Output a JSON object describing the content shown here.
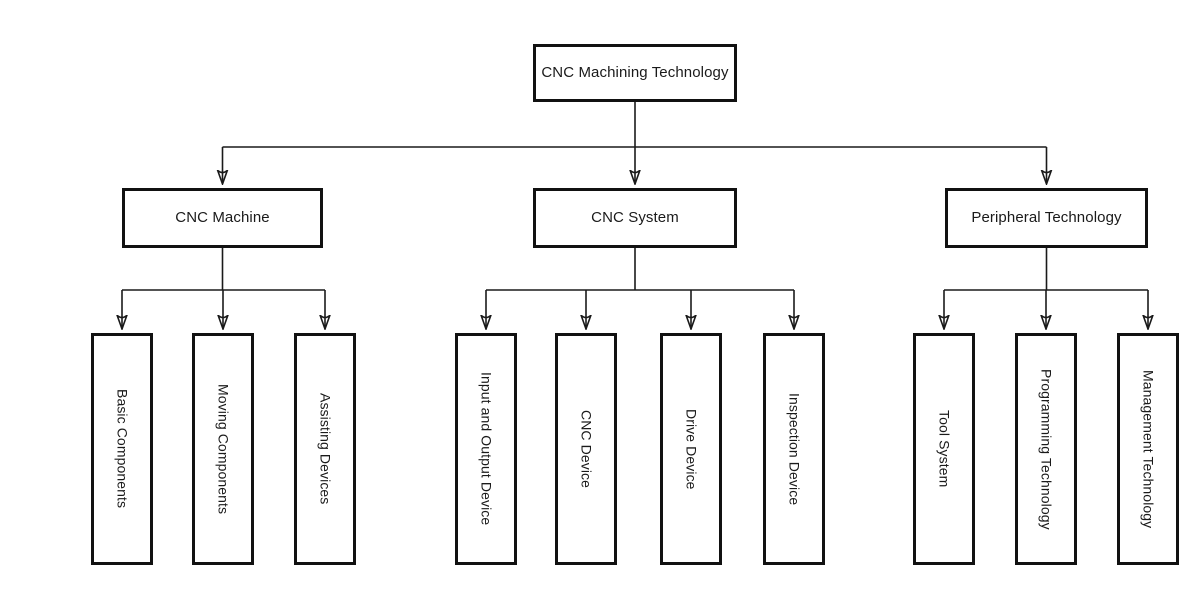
{
  "diagram": {
    "colors": {
      "line": "#1a1a1a",
      "background": "#ffffff",
      "box_border": "#111111"
    },
    "root": {
      "label": "CNC Machining Technology"
    },
    "branches": [
      {
        "label": "CNC Machine",
        "children": [
          {
            "label": "Basic Components"
          },
          {
            "label": "Moving Components"
          },
          {
            "label": "Assisting Devices"
          }
        ]
      },
      {
        "label": "CNC System",
        "children": [
          {
            "label": "Input and Output Device"
          },
          {
            "label": "CNC Device"
          },
          {
            "label": "Drive Device"
          },
          {
            "label": "Inspection Device"
          }
        ]
      },
      {
        "label": "Peripheral Technology",
        "children": [
          {
            "label": "Tool System"
          },
          {
            "label": "Programming Technology"
          },
          {
            "label": "Management Technology"
          }
        ]
      }
    ]
  }
}
